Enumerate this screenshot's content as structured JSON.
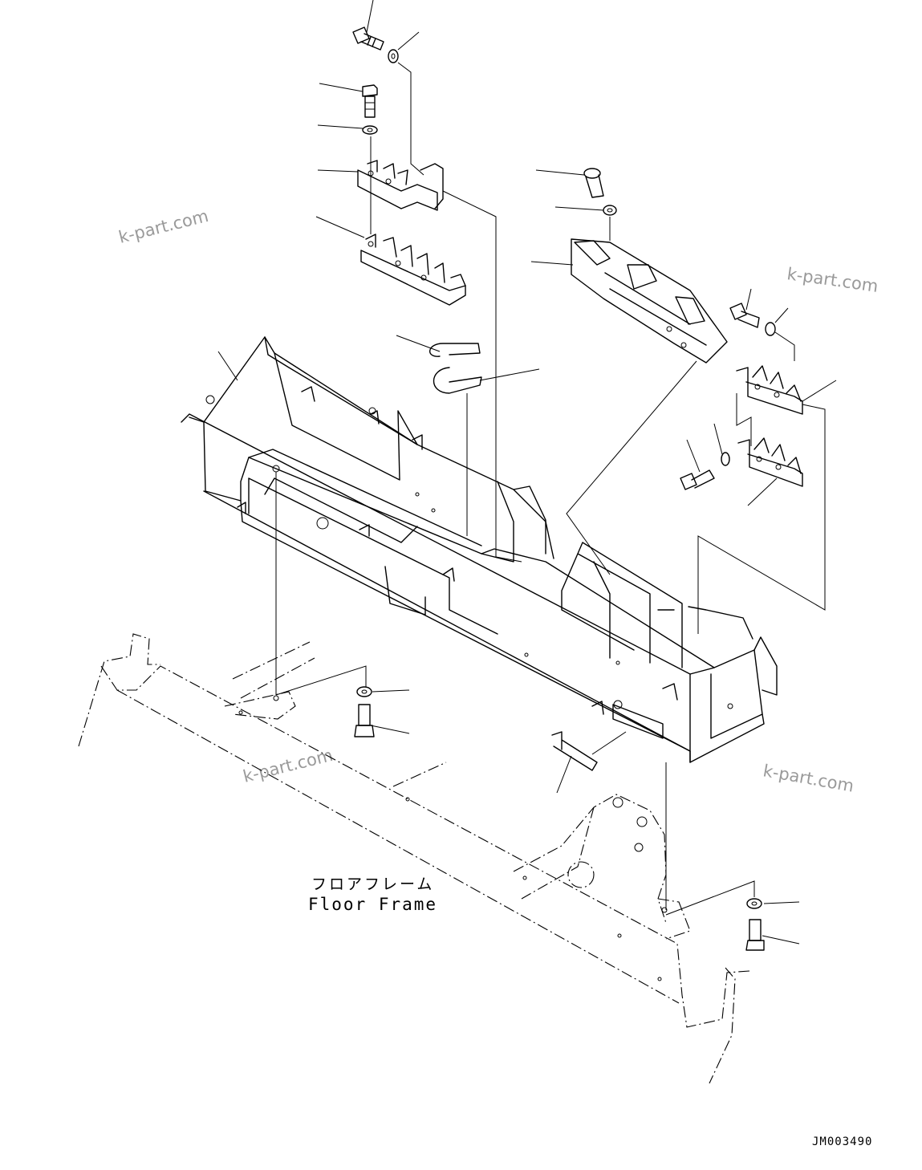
{
  "labels": {
    "floor_frame_jp": "フロアフレーム",
    "floor_frame_en": "Floor Frame",
    "drawing_code": "JM003490"
  },
  "watermarks": [
    "k-part.com",
    "k-part.com",
    "k-part.com",
    "k-part.com"
  ],
  "icons": [
    "bolt-icon",
    "washer-icon",
    "bracket-icon",
    "cover-icon",
    "frame-icon",
    "pin-icon"
  ]
}
